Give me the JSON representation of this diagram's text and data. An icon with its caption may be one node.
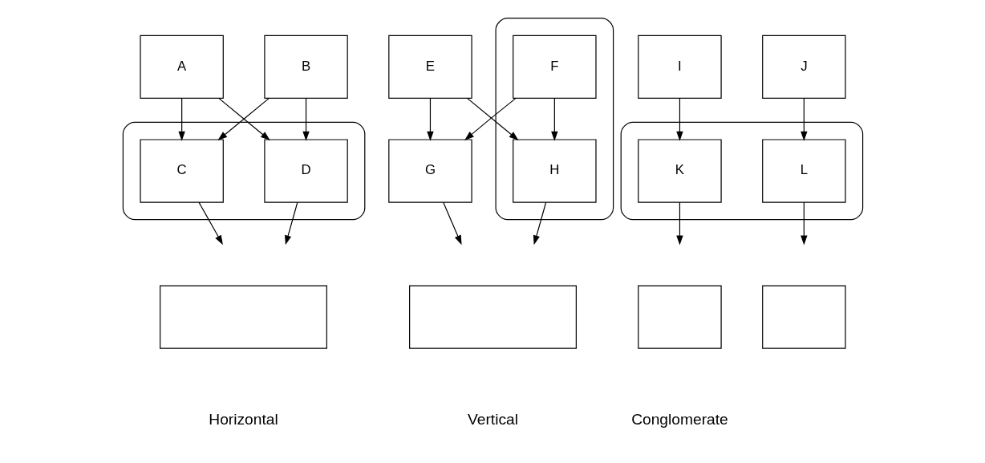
{
  "diagram": {
    "nodes": [
      {
        "text": [
          "A"
        ]
      },
      {
        "text": [
          "B"
        ]
      },
      {
        "text": [],
        "shape": "ellipse"
      },
      {
        "text": [
          "C"
        ],
        "in": 2
      },
      {
        "text": [
          "D"
        ],
        "in": 2
      },
      {
        "text": [],
        "shape": "box"
      },
      {
        "text": [],
        "shape": "ellipse"
      },
      {
        "text": [
          "E"
        ]
      },
      {
        "text": [
          "F"
        ],
        "in": 6
      },
      {
        "text": [
          "G"
        ]
      },
      {
        "text": [
          "H"
        ],
        "in": 6
      },
      {
        "text": [],
        "shape": "box"
      },
      {
        "text": [
          "I"
        ]
      },
      {
        "text": [
          "J"
        ]
      },
      {
        "text": [],
        "shape": "ellipse"
      },
      {
        "text": [
          "K"
        ],
        "in": 14
      },
      {
        "text": [
          "L"
        ],
        "in": 14
      },
      {
        "text": [],
        "shape": "box"
      },
      {
        "text": [],
        "shape": "box"
      }
    ],
    "edges": [
      {
        "from": 0,
        "to": 3,
        "arrow": "to"
      },
      {
        "from": 0,
        "to": 4,
        "arrow": "to"
      },
      {
        "from": 1,
        "to": 3,
        "arrow": "to"
      },
      {
        "from": 1,
        "to": 4,
        "arrow": "to"
      },
      {
        "from": 3,
        "to": null,
        "arrow": "to"
      },
      {
        "from": 4,
        "to": null,
        "arrow": "to"
      },
      {
        "from": 7,
        "to": 9,
        "arrow": "to"
      },
      {
        "from": 7,
        "to": 10,
        "arrow": "to"
      },
      {
        "from": 8,
        "to": 9,
        "arrow": "to"
      },
      {
        "from": 8,
        "to": 10,
        "arrow": "to"
      },
      {
        "from": 9,
        "to": null,
        "arrow": "to"
      },
      {
        "from": 10,
        "to": null,
        "arrow": "to"
      },
      {
        "from": 12,
        "to": 15,
        "arrow": "to"
      },
      {
        "from": 13,
        "to": 16,
        "arrow": "to"
      },
      {
        "from": 15,
        "to": null,
        "arrow": "to"
      },
      {
        "from": 16,
        "to": null,
        "arrow": "to"
      }
    ],
    "labels": [
      "Horizontal",
      "Vertical",
      "Conglomerate"
    ]
  }
}
